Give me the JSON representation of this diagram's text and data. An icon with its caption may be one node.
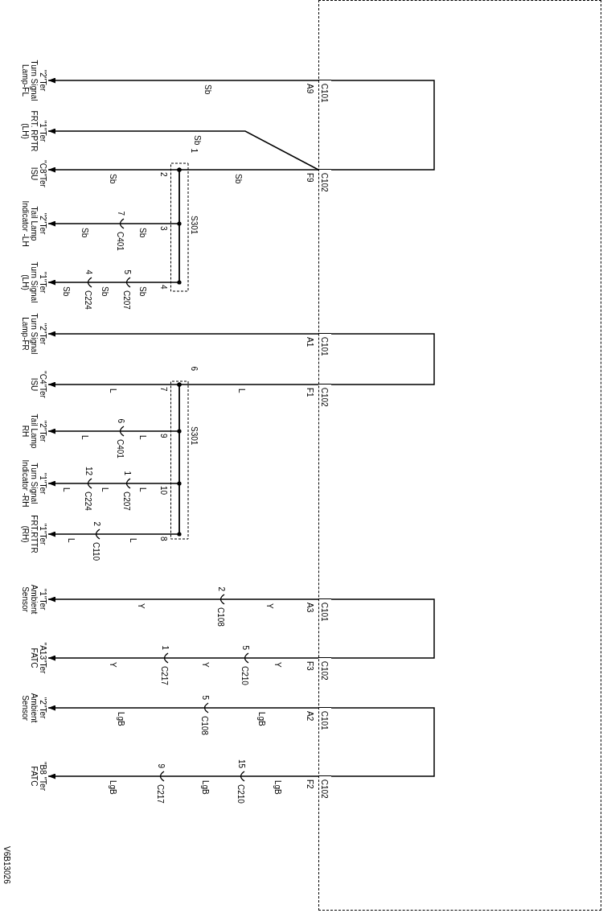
{
  "diagram": {
    "nodes": [
      {
        "text": [],
        "shape": "box"
      },
      {
        "text": [
          "\"2\"Ter",
          "Turn Signal Lamp-FL"
        ]
      },
      {
        "text": [
          "C101"
        ],
        "beside": [
          "A9"
        ],
        "in": 0
      },
      {
        "text": [
          "\"1\"Ter",
          "FRT. RPTR (LH)"
        ]
      },
      {
        "text": [
          "\"C8\"Ter",
          "ISU"
        ]
      },
      {
        "text": [
          "C102"
        ],
        "beside": [
          "F9"
        ],
        "in": 0
      },
      {
        "text": [
          "S301"
        ],
        "beside": [
          "1",
          "2",
          "3",
          "4"
        ]
      },
      {
        "text": [
          "\"2\"Ter",
          "Tail Lamp Indicator -LH"
        ]
      },
      {
        "text": [
          "C401"
        ],
        "beside": [
          "7"
        ]
      },
      {
        "text": [
          "\"1\"Ter",
          "Turn Signal (LH)"
        ]
      },
      {
        "text": [
          "C224"
        ],
        "beside": [
          "4"
        ]
      },
      {
        "text": [
          "C207"
        ],
        "beside": [
          "5"
        ]
      },
      {
        "text": [
          "\"2\"Ter",
          "Turn Signal Lamp-FR"
        ]
      },
      {
        "text": [
          "C101"
        ],
        "beside": [
          "A1"
        ],
        "in": 0
      },
      {
        "text": [
          "\"C4\"Ter",
          "ISU"
        ]
      },
      {
        "text": [
          "C102"
        ],
        "beside": [
          "F1"
        ],
        "in": 0
      },
      {
        "text": [
          "S301"
        ],
        "beside": [
          "6",
          "7",
          "9",
          "10",
          "8"
        ]
      },
      {
        "text": [
          "\"2\"Ter",
          "Tail Lamp RH"
        ]
      },
      {
        "text": [
          "C401"
        ],
        "beside": [
          "6"
        ]
      },
      {
        "text": [
          "\"1\"Ter",
          "Turn Signal Indicator -RH"
        ]
      },
      {
        "text": [
          "C224"
        ],
        "beside": [
          "12"
        ]
      },
      {
        "text": [
          "C207"
        ],
        "beside": [
          "1"
        ]
      },
      {
        "text": [
          "\"1\"Ter",
          "FRT.RTTR (RH)"
        ]
      },
      {
        "text": [
          "C110"
        ],
        "beside": [
          "2"
        ]
      },
      {
        "text": [
          "\"1\"Ter",
          "Ambient Sensor"
        ]
      },
      {
        "text": [
          "C108"
        ],
        "beside": [
          "2"
        ]
      },
      {
        "text": [
          "C101"
        ],
        "beside": [
          "A3"
        ],
        "in": 0
      },
      {
        "text": [
          "\"A13\"Ter",
          "FATC"
        ]
      },
      {
        "text": [
          "C217"
        ],
        "beside": [
          "1"
        ]
      },
      {
        "text": [
          "C210"
        ],
        "beside": [
          "5"
        ]
      },
      {
        "text": [
          "C102"
        ],
        "beside": [
          "F3"
        ],
        "in": 0
      },
      {
        "text": [
          "\"2\"Ter",
          "Ambient Sensor"
        ]
      },
      {
        "text": [
          "C108"
        ],
        "beside": [
          "5"
        ]
      },
      {
        "text": [
          "C101"
        ],
        "beside": [
          "A2"
        ],
        "in": 0
      },
      {
        "text": [
          "\"B8 \"Ter",
          "FATC"
        ]
      },
      {
        "text": [
          "C217"
        ],
        "beside": [
          "9"
        ]
      },
      {
        "text": [
          "C210"
        ],
        "beside": [
          "15"
        ]
      },
      {
        "text": [
          "C102"
        ],
        "beside": [
          "F2"
        ],
        "in": 0
      }
    ],
    "edges": [
      {
        "from": 2,
        "to": 1,
        "arrow": "to",
        "label": "Sb"
      },
      {
        "from": 2,
        "to": 5,
        "arrow": "none"
      },
      {
        "from": 5,
        "to": 3,
        "arrow": "to",
        "label": "Sb"
      },
      {
        "from": 5,
        "to": 6,
        "arrow": "none",
        "label": "Sb"
      },
      {
        "from": 6,
        "to": 4,
        "arrow": "to",
        "label": "Sb"
      },
      {
        "from": 6,
        "to": 8,
        "arrow": "none",
        "label": "Sb"
      },
      {
        "from": 8,
        "to": 7,
        "arrow": "to",
        "label": "Sb"
      },
      {
        "from": 6,
        "to": 11,
        "arrow": "none",
        "label": "Sb"
      },
      {
        "from": 11,
        "to": 10,
        "arrow": "none",
        "label": "Sb"
      },
      {
        "from": 10,
        "to": 9,
        "arrow": "to",
        "label": "Sb"
      },
      {
        "from": 13,
        "to": 12,
        "arrow": "to"
      },
      {
        "from": 13,
        "to": 15,
        "arrow": "none"
      },
      {
        "from": 15,
        "to": 16,
        "arrow": "none",
        "label": "L"
      },
      {
        "from": 16,
        "to": 14,
        "arrow": "to",
        "label": "L"
      },
      {
        "from": 16,
        "to": 18,
        "arrow": "none",
        "label": "L"
      },
      {
        "from": 18,
        "to": 17,
        "arrow": "to",
        "label": "L"
      },
      {
        "from": 16,
        "to": 21,
        "arrow": "none",
        "label": "L"
      },
      {
        "from": 21,
        "to": 20,
        "arrow": "none",
        "label": "L"
      },
      {
        "from": 20,
        "to": 19,
        "arrow": "to",
        "label": "L"
      },
      {
        "from": 16,
        "to": 23,
        "arrow": "none",
        "label": "L"
      },
      {
        "from": 23,
        "to": 22,
        "arrow": "to",
        "label": "L"
      },
      {
        "from": 26,
        "to": 25,
        "arrow": "none",
        "label": "Y"
      },
      {
        "from": 25,
        "to": 24,
        "arrow": "to",
        "label": "Y"
      },
      {
        "from": 26,
        "to": 30,
        "arrow": "none"
      },
      {
        "from": 30,
        "to": 29,
        "arrow": "none",
        "label": "Y"
      },
      {
        "from": 29,
        "to": 28,
        "arrow": "none",
        "label": "Y"
      },
      {
        "from": 28,
        "to": 27,
        "arrow": "to",
        "label": "Y"
      },
      {
        "from": 33,
        "to": 32,
        "arrow": "none",
        "label": "LgB"
      },
      {
        "from": 32,
        "to": 31,
        "arrow": "to",
        "label": "LgB"
      },
      {
        "from": 33,
        "to": 37,
        "arrow": "none"
      },
      {
        "from": 37,
        "to": 36,
        "arrow": "none",
        "label": "LgB"
      },
      {
        "from": 36,
        "to": 35,
        "arrow": "none",
        "label": "LgB"
      },
      {
        "from": 35,
        "to": 34,
        "arrow": "to",
        "label": "LgB"
      }
    ],
    "labels": [
      "V6B13026"
    ]
  }
}
